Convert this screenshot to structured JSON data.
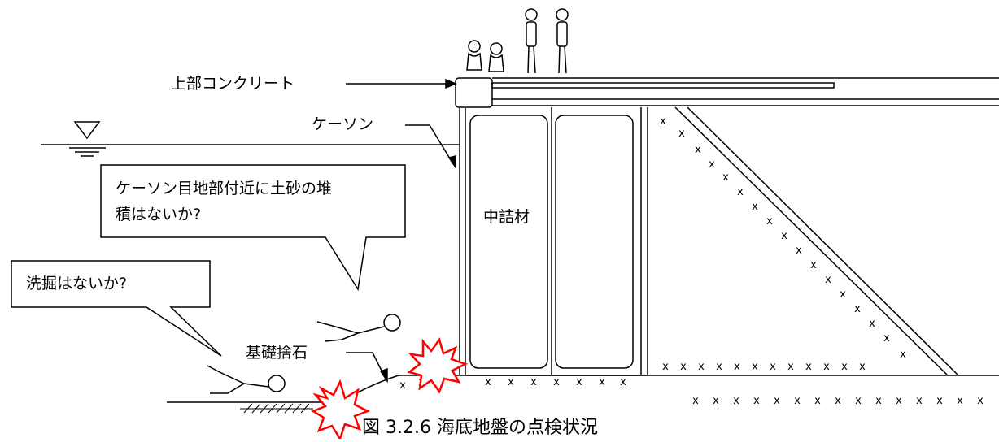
{
  "labels": {
    "upper_concrete": "上部コンクリート",
    "caisson": "ケーソン",
    "filling": "中詰材",
    "foundation_rubble": "基礎捨石"
  },
  "bubbles": {
    "caisson_joint": {
      "line1": "ケーソン目地部付近に土砂の堆",
      "line2": "積はないか?"
    },
    "scour": "洗掘はないか?"
  },
  "caption": "図 3.2.6  海底地盤の点検状況",
  "colors": {
    "line": "#000000",
    "alert": "#ff0000"
  },
  "icons": [
    "water-level-icon",
    "inspector-figure-icon",
    "diver-figure-icon",
    "alert-burst-icon"
  ]
}
